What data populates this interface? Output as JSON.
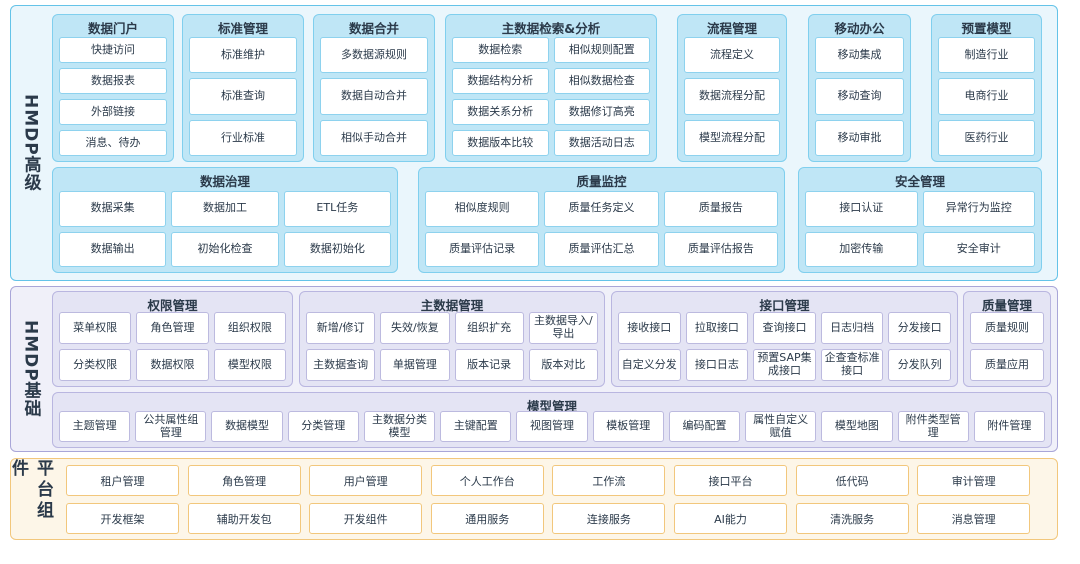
{
  "layers": {
    "advanced": {
      "label": "HMDP高级",
      "sections": [
        {
          "title": "数据门户",
          "items": [
            "快捷访问",
            "数据报表",
            "外部链接",
            "消息、待办"
          ]
        },
        {
          "title": "标准管理",
          "items": [
            "标准维护",
            "标准查询",
            "行业标准"
          ]
        },
        {
          "title": "数据合并",
          "items": [
            "多数据源规则",
            "数据自动合并",
            "相似手动合并"
          ]
        },
        {
          "title": "主数据检索&分析",
          "items": [
            "数据检索",
            "相似规则配置",
            "数据结构分析",
            "相似数据检查",
            "数据关系分析",
            "数据修订高亮",
            "数据版本比较",
            "数据活动日志"
          ]
        },
        {
          "title": "流程管理",
          "items": [
            "流程定义",
            "数据流程分配",
            "模型流程分配"
          ]
        },
        {
          "title": "移动办公",
          "items": [
            "移动集成",
            "移动查询",
            "移动审批"
          ]
        },
        {
          "title": "预置模型",
          "items": [
            "制造行业",
            "电商行业",
            "医药行业"
          ]
        },
        {
          "title": "数据治理",
          "items": [
            "数据采集",
            "数据加工",
            "ETL任务",
            "数据输出",
            "初始化检查",
            "数据初始化"
          ]
        },
        {
          "title": "质量监控",
          "items": [
            "相似度规则",
            "质量任务定义",
            "质量报告",
            "质量评估记录",
            "质量评估汇总",
            "质量评估报告"
          ]
        },
        {
          "title": "安全管理",
          "items": [
            "接口认证",
            "异常行为监控",
            "加密传输",
            "安全审计"
          ]
        }
      ]
    },
    "basic": {
      "label": "HMDP基础",
      "sections": [
        {
          "title": "权限管理",
          "items": [
            "菜单权限",
            "角色管理",
            "组织权限",
            "分类权限",
            "数据权限",
            "模型权限"
          ]
        },
        {
          "title": "主数据管理",
          "items": [
            "新增/修订",
            "失效/恢复",
            "组织扩充",
            "主数据导入/导出",
            "主数据查询",
            "单据管理",
            "版本记录",
            "版本对比"
          ]
        },
        {
          "title": "接口管理",
          "items": [
            "接收接口",
            "拉取接口",
            "查询接口",
            "日志归档",
            "分发接口",
            "自定义分发",
            "接口日志",
            "预置SAP集成接口",
            "企查查标准接口",
            "分发队列"
          ]
        },
        {
          "title": "质量管理",
          "items": [
            "质量规则",
            "质量应用"
          ]
        },
        {
          "title": "模型管理",
          "items": [
            "主题管理",
            "公共属性组管理",
            "数据模型",
            "分类管理",
            "主数据分类模型",
            "主键配置",
            "视图管理",
            "模板管理",
            "编码配置",
            "属性自定义赋值",
            "模型地图",
            "附件类型管理",
            "附件管理"
          ]
        }
      ]
    },
    "platform": {
      "label": "平台组件",
      "items": [
        "租户管理",
        "角色管理",
        "用户管理",
        "个人工作台",
        "工作流",
        "接口平台",
        "低代码",
        "审计管理",
        "开发框架",
        "辅助开发包",
        "开发组件",
        "通用服务",
        "连接服务",
        "AI能力",
        "清洗服务",
        "消息管理"
      ]
    }
  }
}
